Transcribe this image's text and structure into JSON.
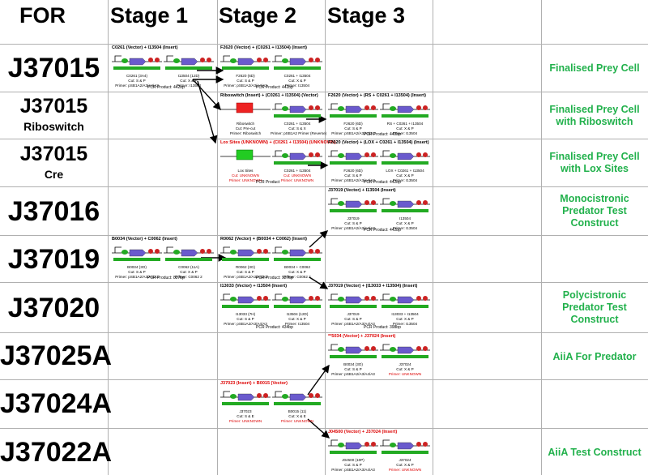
{
  "headers": {
    "for": "FOR",
    "stage1": "Stage 1",
    "stage2": "Stage 2",
    "stage3": "Stage 3"
  },
  "rows": [
    {
      "id": "J37015",
      "sub": "",
      "result": "Finalised Prey Cell"
    },
    {
      "id": "J37015",
      "sub": "Riboswitch",
      "result": "Finalised Prey Cell with Riboswitch"
    },
    {
      "id": "J37015",
      "sub": "Cre",
      "result": "Finalised Prey Cell with Lox Sites"
    },
    {
      "id": "J37016",
      "sub": "",
      "result": "Monocistronic Predator Test Construct"
    },
    {
      "id": "J37019",
      "sub": "",
      "result": ""
    },
    {
      "id": "J37020",
      "sub": "",
      "result": "Polycistronic Predator Test Construct"
    },
    {
      "id": "J37025A",
      "sub": "",
      "result": "AiiA For Predator"
    },
    {
      "id": "J37024A",
      "sub": "",
      "result": ""
    },
    {
      "id": "J37022A",
      "sub": "",
      "result": "AiiA Test Construct"
    }
  ],
  "blocks": [
    {
      "key": "b1",
      "title": "C0261 (Vector) + I13504 (Insert)",
      "pcr": "PCR Product: 442bp",
      "parts": [
        {
          "lines": [
            "C0261 (3A4)",
            "Cut: S & P",
            "Primer: pSB1A2/A3/A4/A3"
          ]
        },
        {
          "lines": [
            "I13504 (12D)",
            "Cut: X & P",
            "Primer: I13504"
          ]
        }
      ]
    },
    {
      "key": "b2",
      "title": "F2620 (Vector) + (C0261 + I13504) (Insert)",
      "pcr": "PCR Product: 442bp",
      "parts": [
        {
          "lines": [
            "F2620 (6D)",
            "Cut: S & P",
            "Primer: pSB1A2/A3/A4/A3"
          ]
        },
        {
          "lines": [
            "C0261 + I13504",
            "Cut: X & P",
            "Primer: I13504"
          ]
        }
      ]
    },
    {
      "key": "b3",
      "title": "Riboswitch (Insert) + (C0261 + I13504) (Vector)",
      "pcr": "",
      "parts": [
        {
          "lines": [
            "Riboswitch",
            "Cut: Pre-cut",
            "Primer: Riboswitch"
          ]
        },
        {
          "lines": [
            "C0261 + I13504",
            "Cut: S & X",
            "Primer: pSB1A2 Primer (Reverse)"
          ]
        }
      ]
    },
    {
      "key": "b4",
      "title": "F2620 (Vector) + (RS + C0261 + I13504) (Insert)",
      "pcr": "PCR Product: 442bp",
      "parts": [
        {
          "lines": [
            "F2620 (6D)",
            "Cut: S & P",
            "Primer: pSB1A2/A3/A4/A3"
          ]
        },
        {
          "lines": [
            "RS + C0261 + I13504",
            "Cut: X & P",
            "Primer: I13504"
          ]
        }
      ]
    },
    {
      "key": "b5",
      "title": "Lox Sites (UNKNOWN) + (C0261 + I13504) (UNKNOWN)",
      "pcr": "PCR Product",
      "parts": [
        {
          "lines": [
            "Lox Sites",
            "Cut: UNKNOWN",
            "Primer: UNKNOWN"
          ]
        },
        {
          "lines": [
            "C0261 + I13504",
            "Cut: UNKNOWN",
            "Primer: UNKNOWN"
          ]
        }
      ]
    },
    {
      "key": "b6",
      "title": "F2620 (Vector) + (LOX + C0261 + I13504) (Insert)",
      "pcr": "PCR Product: 442bp",
      "parts": [
        {
          "lines": [
            "F2620 (6D)",
            "Cut: S & P",
            "Primer: pSB1A2/A3/A4/A3"
          ]
        },
        {
          "lines": [
            "LOX + C0261 + I13504",
            "Cut: X & P",
            "Primer: I13504"
          ]
        }
      ]
    },
    {
      "key": "b7",
      "title": "J37019 (Vector) + I13504 (Insert)",
      "pcr": "PCR Product: 442bp",
      "parts": [
        {
          "lines": [
            "J37019",
            "Cut: S & P",
            "Primer: pSB1A2/A3/A4/A3"
          ]
        },
        {
          "lines": [
            "I13504",
            "Cut: X & P",
            "Primer: I13504"
          ]
        }
      ]
    },
    {
      "key": "b8",
      "title": "B0034 (Vector) + C0062 (Insert)",
      "pcr": "PCR Product: 827bp",
      "parts": [
        {
          "lines": [
            "B0034 (3O)",
            "Cut: S & P",
            "Primer: pSB1A2/A3/A4/A3"
          ]
        },
        {
          "lines": [
            "C0062 (11A)",
            "Cut: X & P",
            "Primer: C0062 2"
          ]
        }
      ]
    },
    {
      "key": "b9",
      "title": "R0062 (Vector) + (B0034 + C0062) (Insert)",
      "pcr": "PCR Product: 927bp",
      "parts": [
        {
          "lines": [
            "R0062 (3G)",
            "Cut: S & P",
            "Primer: pSB1A2/A3/A4/A3"
          ]
        },
        {
          "lines": [
            "B0034 + C0062",
            "Cut: X & P",
            "Primer: C0062 2"
          ]
        }
      ]
    },
    {
      "key": "b10",
      "title": "I13033 (Vector) + I13504 (Insert)",
      "pcr": "PCR Product: 434bp",
      "parts": [
        {
          "lines": [
            "I13033 (7H)",
            "Cut: S & P",
            "Primer: pSB1A2/A3/A4/A3"
          ]
        },
        {
          "lines": [
            "I13504 (12D)",
            "Cut: X & P",
            "Primer: I13504"
          ]
        }
      ]
    },
    {
      "key": "b11",
      "title": "J37019 (Vector) + (I13033 + I13504) (Insert)",
      "pcr": "PCR Product: 398bp",
      "parts": [
        {
          "lines": [
            "J37019",
            "Cut: S & P",
            "Primer: pSB1A2/A3/A4/A3"
          ]
        },
        {
          "lines": [
            "I13033 + I13504",
            "Cut: X & P",
            "Primer: I13504"
          ]
        }
      ]
    },
    {
      "key": "b12",
      "title": "**5034 (Vector) + J37024 (Insert)",
      "pcr": "",
      "parts": [
        {
          "lines": [
            "B0034 (3O)",
            "Cut: S & P",
            "Primer: pSB1A2/A3/A4/A3"
          ]
        },
        {
          "lines": [
            "J37024",
            "Cut: X & P",
            "Primer: UNKNOWN"
          ]
        }
      ]
    },
    {
      "key": "b13",
      "title": "J37023 (Insert) + B0015 (Vector)",
      "pcr": "",
      "parts": [
        {
          "lines": [
            "J37023",
            "Cut: S & E",
            "Primer: UNKNOWN"
          ]
        },
        {
          "lines": [
            "B0015 (11)",
            "Cut: X & E",
            "Primer: UNKNOWN"
          ]
        }
      ]
    },
    {
      "key": "b14",
      "title": "J04500 (Vector) + J37024 (Insert)",
      "pcr": "",
      "parts": [
        {
          "lines": [
            "J04500 (10P)",
            "Cut: S & P",
            "Primer: pSB1A2/A3/A4/A3"
          ]
        },
        {
          "lines": [
            "J37024",
            "Cut: X & P",
            "Primer: UNKNOWN"
          ]
        }
      ]
    }
  ],
  "colors": {
    "result": "#22b14c",
    "grid": "#b0b0b0",
    "unknown": "#dd0000",
    "promoter": "#22aa22",
    "rbs": "#22aa22",
    "gene": "#6a5acd",
    "terminator": "#cc2222",
    "riboswitch": "#ee2222",
    "lox": "#22cc22"
  }
}
